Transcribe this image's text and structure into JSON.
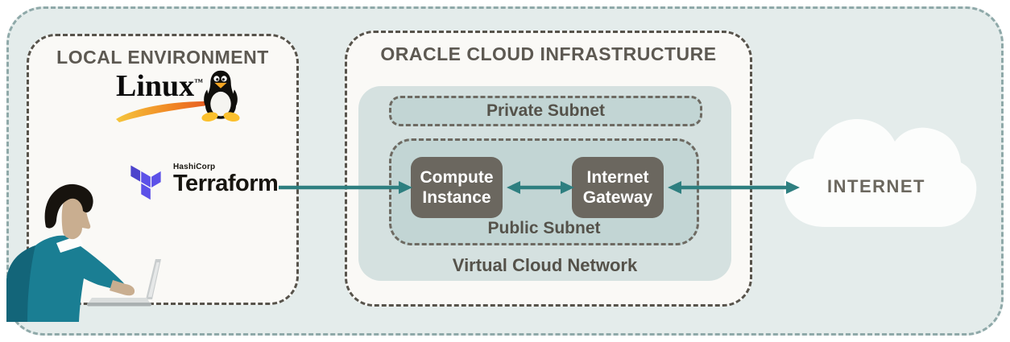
{
  "local": {
    "title": "LOCAL ENVIRONMENT",
    "linux": {
      "word": "Linux",
      "tm": "™"
    },
    "terraform": {
      "brand": "HashiCorp",
      "product": "Terraform"
    }
  },
  "oci": {
    "title": "ORACLE CLOUD INFRASTRUCTURE",
    "vcn_label": "Virtual Cloud Network",
    "private_subnet_label": "Private Subnet",
    "public_subnet_label": "Public Subnet",
    "nodes": [
      {
        "label": "Compute Instance"
      },
      {
        "label": "Internet Gateway"
      }
    ]
  },
  "internet": {
    "label": "INTERNET"
  },
  "icons": {
    "linux_tux": "tux-penguin-icon",
    "linux_swoosh": "yellow-red-swoosh",
    "terraform_mark": "terraform-logo-icon",
    "person": "developer-at-laptop-illustration",
    "cloud": "internet-cloud-shape",
    "arrows": "teal-connection-arrows"
  },
  "colors": {
    "outer_bg": "#E4ECEB",
    "outer_border": "#8FA9A9",
    "box_bg": "#FAF9F6",
    "box_border": "#57534B",
    "vcn_bg": "#D5E1E0",
    "subnet_bg": "#C2D5D4",
    "subnet_border": "#6E6A62",
    "node_bg": "#6B675F",
    "node_text": "#FFFFFF",
    "arrow": "#2E7F80",
    "title_text": "#5D5952",
    "label_text": "#55524A",
    "terraform_purple": "#5C51E8",
    "person_shirt": "#1A7E93",
    "swoosh_yellow": "#F5C63C",
    "swoosh_red": "#DD3B26"
  }
}
